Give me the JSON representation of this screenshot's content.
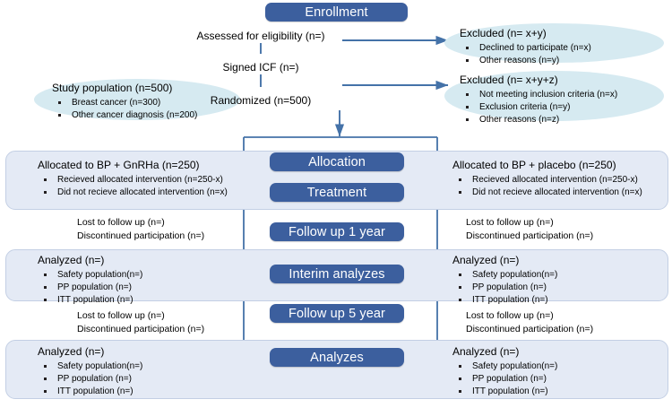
{
  "diagram": {
    "title": "CONSORT participant flow diagram",
    "colors": {
      "stage_pill": "#3c5f9e",
      "panel_fill": "#e4eaf5",
      "panel_border": "#c3cfe4",
      "ellipse_fill": "#d6eaf1",
      "connector": "#4472a8",
      "text": "#000000"
    }
  },
  "stages": [
    {
      "id": "enrollment",
      "label": "Enrollment"
    },
    {
      "id": "allocation",
      "label": "Allocation"
    },
    {
      "id": "treatment",
      "label": "Treatment"
    },
    {
      "id": "followup1",
      "label": "Follow up 1 year"
    },
    {
      "id": "interim",
      "label": "Interim analyzes"
    },
    {
      "id": "followup5",
      "label": "Follow up 5 year"
    },
    {
      "id": "analyzes",
      "label": "Analyzes"
    }
  ],
  "spine": {
    "assessed": "Assessed for eligibility (n=)",
    "signed_icf": "Signed ICF (n=)",
    "randomized": "Randomized (n=500)"
  },
  "excluded_1": {
    "title": "Excluded (n= x+y)",
    "items": [
      "Declined to participate (n=x)",
      "Other reasons (n=y)"
    ]
  },
  "excluded_2": {
    "title": "Excluded (n= x+y+z)",
    "items": [
      "Not meeting inclusion criteria (n=x)",
      "Exclusion criteria (n=y)",
      "Other reasons (n=z)"
    ]
  },
  "study_population": {
    "title": "Study population (n=500)",
    "items": [
      "Breast cancer (n=300)",
      "Other cancer diagnosis (n=200)"
    ]
  },
  "arms": {
    "left": {
      "allocation": {
        "title": "Allocated to BP + GnRHa (n=250)",
        "items": [
          "Recieved allocated intervention (n=250-x)",
          "Did not recieve allocated intervention (n=x)"
        ]
      },
      "followup_1y": [
        "Lost to follow up (n=)",
        "Discontinued participation (n=)"
      ],
      "interim": {
        "title": "Analyzed (n=)",
        "items": [
          "Safety population(n=)",
          "PP population (n=)",
          "ITT population (n=)"
        ]
      },
      "followup_5y": [
        "Lost to follow up (n=)",
        "Discontinued participation (n=)"
      ],
      "final": {
        "title": "Analyzed (n=)",
        "items": [
          "Safety population(n=)",
          "PP population (n=)",
          "ITT population (n=)"
        ]
      }
    },
    "right": {
      "allocation": {
        "title": "Allocated to BP + placebo (n=250)",
        "items": [
          "Recieved allocated intervention (n=250-x)",
          "Did not recieve allocated intervention (n=x)"
        ]
      },
      "followup_1y": [
        "Lost to follow up (n=)",
        "Discontinued participation (n=)"
      ],
      "interim": {
        "title": "Analyzed (n=)",
        "items": [
          "Safety population(n=)",
          "PP population (n=)",
          "ITT population (n=)"
        ]
      },
      "followup_5y": [
        "Lost to follow up (n=)",
        "Discontinued participation (n=)"
      ],
      "final": {
        "title": "Analyzed (n=)",
        "items": [
          "Safety population(n=)",
          "PP population (n=)",
          "ITT population (n=)"
        ]
      }
    }
  }
}
